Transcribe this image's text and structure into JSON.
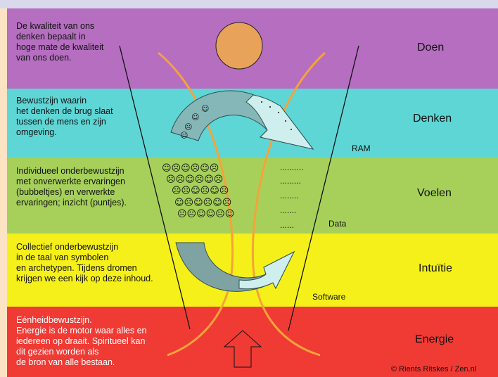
{
  "levels": {
    "doen": {
      "label": "Doen",
      "description": "De kwaliteit van ons\ndenken bepaalt in\nhoge mate de kwaliteit\nvan ons doen."
    },
    "denken": {
      "label": "Denken",
      "description": "Bewustzijn waarin\nhet denken de brug slaat\ntussen de mens en zijn\nomgeving."
    },
    "voelen": {
      "label": "Voelen",
      "description": "Individueel onderbewustzijn\nmet onverwerkte ervaringen\n(bubbeltjes) en verwerkte\nervaringen; inzicht (puntjes)."
    },
    "intuitie": {
      "label": "Intuïtie",
      "description": "Collectief onderbewustzijn\nin de taal van symbolen\nen archetypen. Tijdens dromen\nkrijgen we een kijk op deze inhoud."
    },
    "energie": {
      "label": "Energie",
      "description": "Eénheidbewustzijn.\nEnergie is de motor waar alles en\niedereen op draait. Spiritueel kan\ndit gezien worden als\nde bron van alle bestaan."
    }
  },
  "labels": {
    "ram": "RAM",
    "data": "Data",
    "software": "Software"
  },
  "credit": "© Rients Ritskes / Zen.nl",
  "faces": {
    "row1": "☺☹☺☹☺☹",
    "row2": "☹☹☺☹☺☹",
    "row3": "☹☹☺☹☺☹",
    "row4": "☺☹☺☹☺☹",
    "row5": "☹☹☺☺☹☺",
    "arrow_faces": [
      "☺",
      "☺",
      "☹",
      "☺"
    ]
  },
  "dots": {
    "row1": "..........",
    "row2": ".........",
    "row3": "........",
    "row4": ".......",
    "row5": "......"
  },
  "colors": {
    "doen": "#b56ec0",
    "denken": "#5ed6d6",
    "voelen": "#a6d05a",
    "intuitie": "#f5f01a",
    "energie": "#f03a34",
    "sun": "#e9a25a",
    "figure_line": "#f5a33a"
  }
}
